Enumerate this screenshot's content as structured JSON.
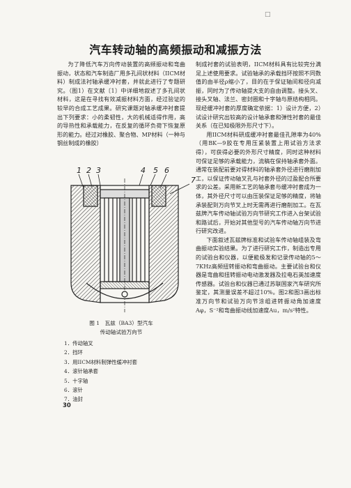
{
  "corner_mark": "□",
  "title": "汽车转动轴的高频振动和减振方法",
  "left_column": {
    "paragraphs": [
      "为了降低汽车万向传动装置的高频振动和弯曲振动，状态和汽车制造厂用多孔间状材料（IICM材料）制成法衬轴承缓冲衬套，并就此进行了专题研究。（图1）在文献〔1〕中详细地叙述了多孔间状材料，这是在寻找有效减振材料方面，经过验证的较早的合成工艺成果。研究课题对轴承缓冲衬套提出下列要求：小的柔韧性，大的机械适得作用，高的导热性和承载能力，在反复的循环负荷下恢复原形的能力。经过对橡胶、聚合物、MP材料（一种与钢丝制成的橡胶）"
    ]
  },
  "right_column": {
    "paragraphs": [
      {
        "text": "制成衬套的试验表明，IICM材料具有比较完分满足上述使用要求。试验轴承的承载挡环按照不同数值的由半径ρ缩小了，目的在于保证轴间和径向减振，同时为了传动轴提大支的自由调整。接头叉、接头叉轴、法兰、密封圈和十字轴与原结构相同。现经缓冲衬套的厚度确定依据：1）设计方便，2）试设计研究出较高的设计轴承套和弹性衬套的最佳关系（在已知极限外形尺寸下）。",
        "indent": false
      },
      {
        "text": "用IICM材料研成缓冲衬套最佳孔隙率为40%（用BK—9胶在专用压紧装置上用试验方法求得），可获得必要的外形尺寸精度，同时这种材料可保证足够的承载能力，流稿在保持轴承套外面。通常在装配前要对得材料的轴承套外径进行磨削加工，以保证传动轴叉孔与衬套外径的过盈配合所要求的公差。采用新工艺的轴承套与缓冲衬套成为一体，其外径尺寸可以由压装保证足够的精度，将轴承装配到万向节叉上时无需再进行磨削加工。在瓦兹牌汽车传动轴试验万向节研究工作进入台架试验和路试后，开始对其他型号的汽车传动轴万向节进行研究改进。",
        "indent": true
      },
      {
        "text": "下面叙述瓦兹牌标准和试验车传动轴组装及弯曲振动实验结果。为了进行研究工作，制造出专用的试验台和仪器，以便能极发和记录传动轴的5～7KHz高频扭转振动和弯曲振动。主要试验台和仪器是弯曲和扭转振动电动激发器及拉电石英加速度传感器。试验台和仪器已通过苏联国家汽车研究所鉴定，其测量误差不超过10%。图2和图3画出标准万向节和试验万向节涂组进转振动角加速度Aφ，S⁻²和弯曲振动线加速度Au，m/s²特性。",
        "indent": true
      }
    ]
  },
  "figure": {
    "number_labels": [
      "1",
      "2",
      "3",
      "4",
      "5",
      "6",
      "7"
    ]
  },
  "caption": {
    "line1": "图 1　瓦兹（BA3）型汽车",
    "line2": "传动轴试验万向节"
  },
  "legend": [
    "1．传动轴叉",
    "2．挡环",
    "3．用IICM材料制弹性缓冲衬套",
    "4．滚针轴承套",
    "5．十字轴",
    "6．滚针",
    "7．油封"
  ],
  "page_number": "30"
}
